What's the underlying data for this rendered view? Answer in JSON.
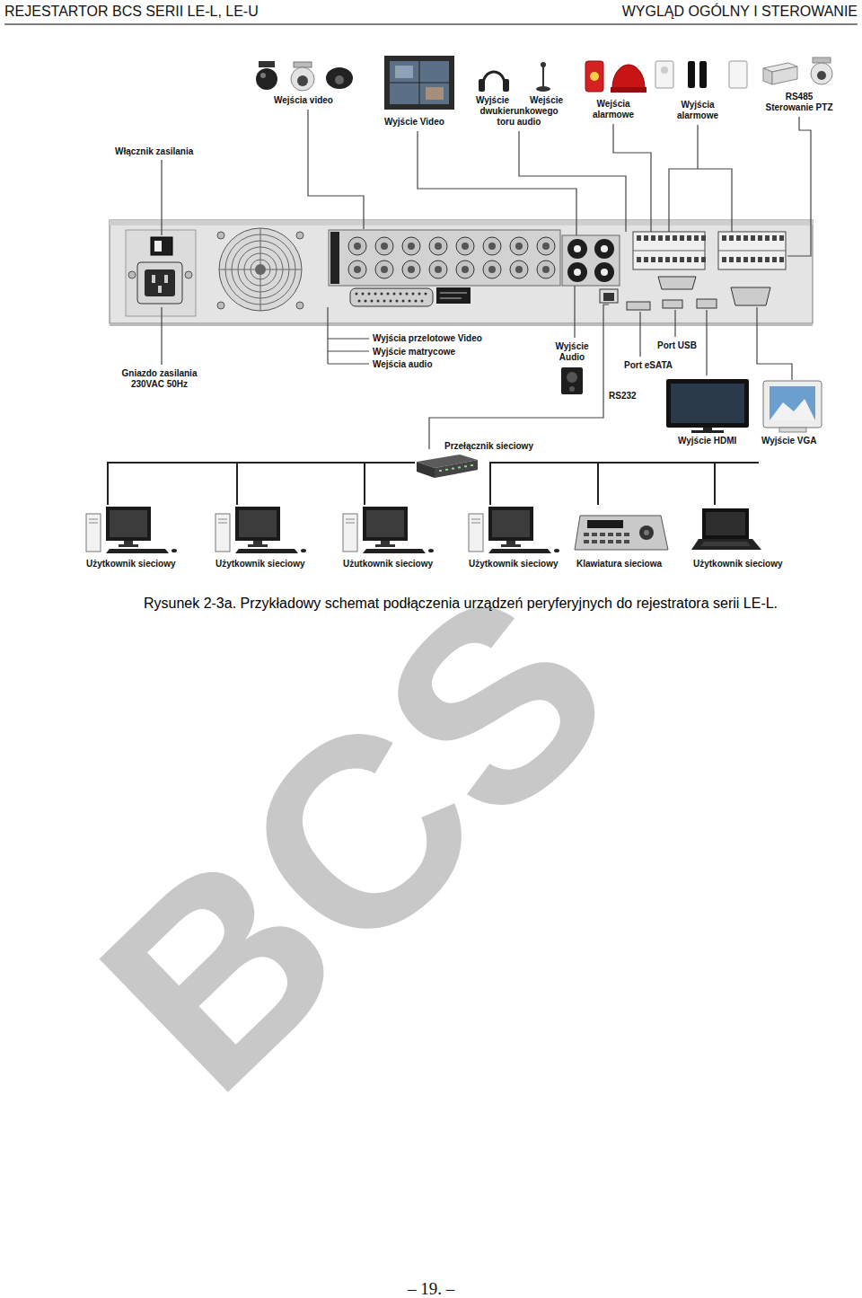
{
  "diagram": {
    "caption": "Rysunek 2-3a. Przykładowy schemat podłączenia urządzeń peryferyjnych do rejestratora serii LE-L.",
    "nodes": [
      {
        "text": [
          "Przełącznik sieciowy"
        ]
      },
      {
        "text": [
          "Użytkownik sieciowy"
        ]
      },
      {
        "text": [
          "Użytkownik sieciowy"
        ]
      },
      {
        "text": [
          "Użutkownik sieciowy"
        ]
      },
      {
        "text": [
          "Użytkownik sieciowy"
        ]
      },
      {
        "text": [
          "Klawiatura sieciowa"
        ]
      },
      {
        "text": [
          "Użytkownik sieciowy"
        ]
      }
    ],
    "edges": [
      {
        "from": 0,
        "to": 1,
        "arrow": "none"
      },
      {
        "from": 0,
        "to": 2,
        "arrow": "none"
      },
      {
        "from": 0,
        "to": 3,
        "arrow": "none"
      },
      {
        "from": 0,
        "to": 4,
        "arrow": "none"
      },
      {
        "from": 0,
        "to": 5,
        "arrow": "none"
      },
      {
        "from": 0,
        "to": 6,
        "arrow": "none"
      }
    ],
    "labels": [
      "REJESTARTOR BCS SERII LE-L, LE-U",
      "WYGLĄD OGÓLNY I STEROWANIE",
      "Wejścia video",
      "Wyjście Video",
      "Wyjście",
      "Wejście",
      "dwukierunkowego toru audio",
      "Wejścia alarmowe",
      "Wyjścia alarmowe",
      "RS485",
      "Sterowanie PTZ",
      "Włącznik zasilania",
      "Wyjścia przelotowe Video",
      "Wyjście matrycowe",
      "Wejścia audio",
      "Wyjście Audio",
      "Port USB",
      "Gniazdo zasilania 230VAC 50Hz",
      "Port eSATA",
      "RS232",
      "Wyjście HDMI",
      "Wyjście VGA",
      "BCS",
      "– 19. –"
    ]
  }
}
